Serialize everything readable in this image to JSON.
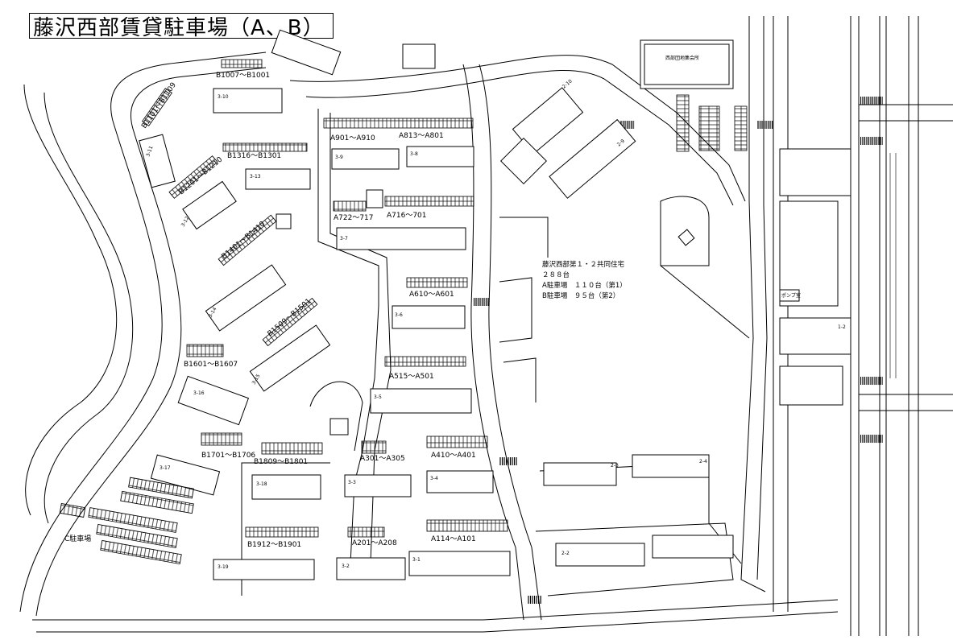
{
  "title": "藤沢西部賃貸駐車場（A、B）",
  "info_lines": [
    "藤沢西部第１・２共同住宅",
    "２８８台",
    "A駐車場　１１０台（第1）",
    "B駐車場　９５台（第2）"
  ],
  "community_hall": "西部団地集会所",
  "lot_c": "C駐車場",
  "pump_room": "ポンプ室",
  "parking_labels": [
    {
      "id": "b1007",
      "text": "B1007～B1001"
    },
    {
      "id": "b1101",
      "text": "B1101～B1109"
    },
    {
      "id": "b1316",
      "text": "B1316～B1301"
    },
    {
      "id": "b1201",
      "text": "B1201～B1210"
    },
    {
      "id": "b1401",
      "text": "B1401～B1410"
    },
    {
      "id": "b1509",
      "text": "B1509～B1501"
    },
    {
      "id": "b1601",
      "text": "B1601～B1607"
    },
    {
      "id": "b1701",
      "text": "B1701～B1706"
    },
    {
      "id": "b1809",
      "text": "B1809～B1801"
    },
    {
      "id": "b1912",
      "text": "B1912～B1901"
    },
    {
      "id": "a901",
      "text": "A901～A910"
    },
    {
      "id": "a813",
      "text": "A813～A801"
    },
    {
      "id": "a722",
      "text": "A722～717"
    },
    {
      "id": "a716",
      "text": "A716～701"
    },
    {
      "id": "a610",
      "text": "A610～A601"
    },
    {
      "id": "a515",
      "text": "A515～A501"
    },
    {
      "id": "a301",
      "text": "A301～A305"
    },
    {
      "id": "a410",
      "text": "A410～A401"
    },
    {
      "id": "a201",
      "text": "A201～A208"
    },
    {
      "id": "a114",
      "text": "A114～A101"
    }
  ],
  "buildings": [
    {
      "id": "3-10",
      "text": "3-10"
    },
    {
      "id": "3-11",
      "text": "3-11"
    },
    {
      "id": "3-13",
      "text": "3-13"
    },
    {
      "id": "3-12",
      "text": "3-12"
    },
    {
      "id": "3-9",
      "text": "3-9"
    },
    {
      "id": "3-8",
      "text": "3-8"
    },
    {
      "id": "3-7",
      "text": "3-7"
    },
    {
      "id": "3-14",
      "text": "3-14"
    },
    {
      "id": "3-6",
      "text": "3-6"
    },
    {
      "id": "3-15",
      "text": "3-15"
    },
    {
      "id": "3-16",
      "text": "3-16"
    },
    {
      "id": "3-5",
      "text": "3-5"
    },
    {
      "id": "3-17",
      "text": "3-17"
    },
    {
      "id": "3-18",
      "text": "3-18"
    },
    {
      "id": "3-3",
      "text": "3-3"
    },
    {
      "id": "3-4",
      "text": "3-4"
    },
    {
      "id": "3-19",
      "text": "3-19"
    },
    {
      "id": "3-2",
      "text": "3-2"
    },
    {
      "id": "3-1",
      "text": "3-1"
    },
    {
      "id": "2-10",
      "text": "2-10"
    },
    {
      "id": "2-9",
      "text": "2-9"
    },
    {
      "id": "2-3",
      "text": "2-3"
    },
    {
      "id": "2-4",
      "text": "2-4"
    },
    {
      "id": "2-2",
      "text": "2-2"
    },
    {
      "id": "1-2",
      "text": "1-2"
    }
  ]
}
